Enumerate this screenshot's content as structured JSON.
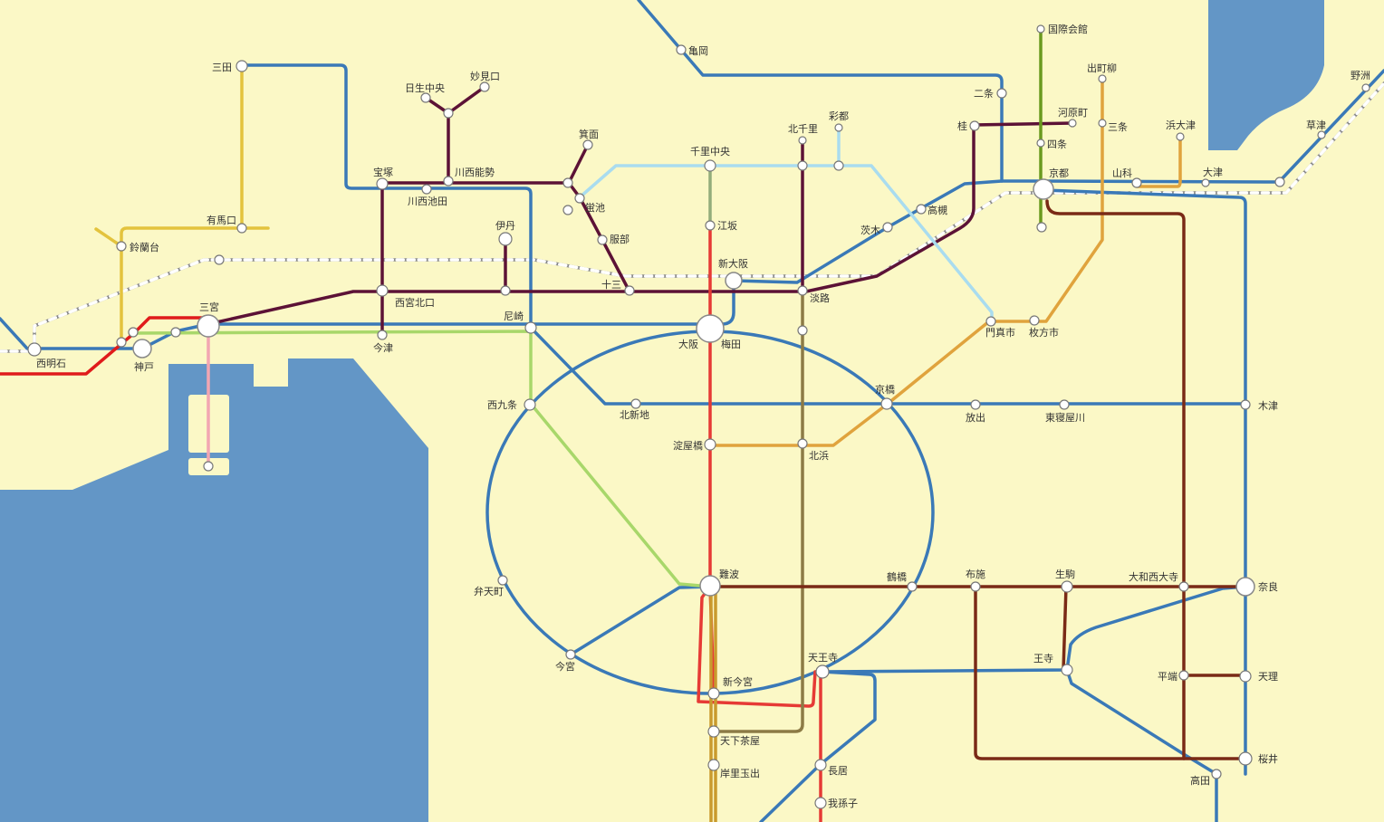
{
  "colors": {
    "background": "#fbf8c6",
    "water": "#6396c6",
    "blue": "#3a79b7",
    "dark_purple": "#5c1236",
    "gold": "#e3c33d",
    "light_blue": "#a9dcef",
    "light_green": "#a8d76a",
    "sage": "#93ad7b",
    "red": "#e63a35",
    "pink": "#f2a6b2",
    "orange": "#e0a33d",
    "olive_brown": "#8c7a45",
    "brown": "#7a2a16",
    "green": "#6a9a1e",
    "jr_gray": "#888888",
    "deep_red": "#e01b1b",
    "golden_brown": "#c99a2e"
  },
  "stations": {
    "sanda": "三田",
    "kameoka": "亀岡",
    "kokusai_kaikan": "国際会館",
    "demachiyanagi": "出町柳",
    "yasu": "野洲",
    "myokenguchi": "妙見口",
    "nisseichuo": "日生中央",
    "minoh": "箕面",
    "kitasenri": "北千里",
    "saito": "彩都",
    "nijo": "二条",
    "kawaramachi": "河原町",
    "katsura": "桂",
    "sanjo": "三条",
    "hamaotsu": "浜大津",
    "kusatsu": "草津",
    "shijo": "四条",
    "senrichuo": "千里中央",
    "takarazuka": "宝塚",
    "kawanishinose": "川西能勢",
    "kawanishiikeda": "川西池田",
    "hotarugaike": "蛍池",
    "kyoto": "京都",
    "yamashina": "山科",
    "otsu": "大津",
    "arimaguchi": "有馬口",
    "itami": "伊丹",
    "esaka": "江坂",
    "ibaraki": "茨木",
    "takatsuki": "高槻",
    "suzurandai": "鈴蘭台",
    "hattori": "服部",
    "shinosaka": "新大阪",
    "juso": "十三",
    "awaji": "淡路",
    "nishinomiyakitaguchi": "西宮北口",
    "sannomiya": "三宮",
    "amagasaki": "尼崎",
    "imazu": "今津",
    "osaka": "大阪",
    "umeda": "梅田",
    "kozenji": "門真市",
    "hirakatashi": "枚方市",
    "nishiakashi": "西明石",
    "kobe": "神戸",
    "kyobashi": "京橋",
    "nishikujo": "西九条",
    "kitashinchi": "北新地",
    "hanaten": "放出",
    "higashineyagawa": "東寝屋川",
    "kizu": "木津",
    "yodoyabashi": "淀屋橋",
    "kitahama": "北浜",
    "bentencho": "弁天町",
    "namba": "難波",
    "tsuruhashi": "鶴橋",
    "fuse": "布施",
    "ikoma": "生駒",
    "yamatosaidaiji": "大和西大寺",
    "nara": "奈良",
    "imamiya": "今宮",
    "tennoji": "天王寺",
    "shinimamiya": "新今宮",
    "oji": "王寺",
    "hirahata": "平端",
    "tenri": "天理",
    "tengachaya": "天下茶屋",
    "kishinosato": "岸里玉出",
    "nagai": "長居",
    "abiko": "我孫子",
    "sakurai": "桜井",
    "takada": "高田"
  }
}
